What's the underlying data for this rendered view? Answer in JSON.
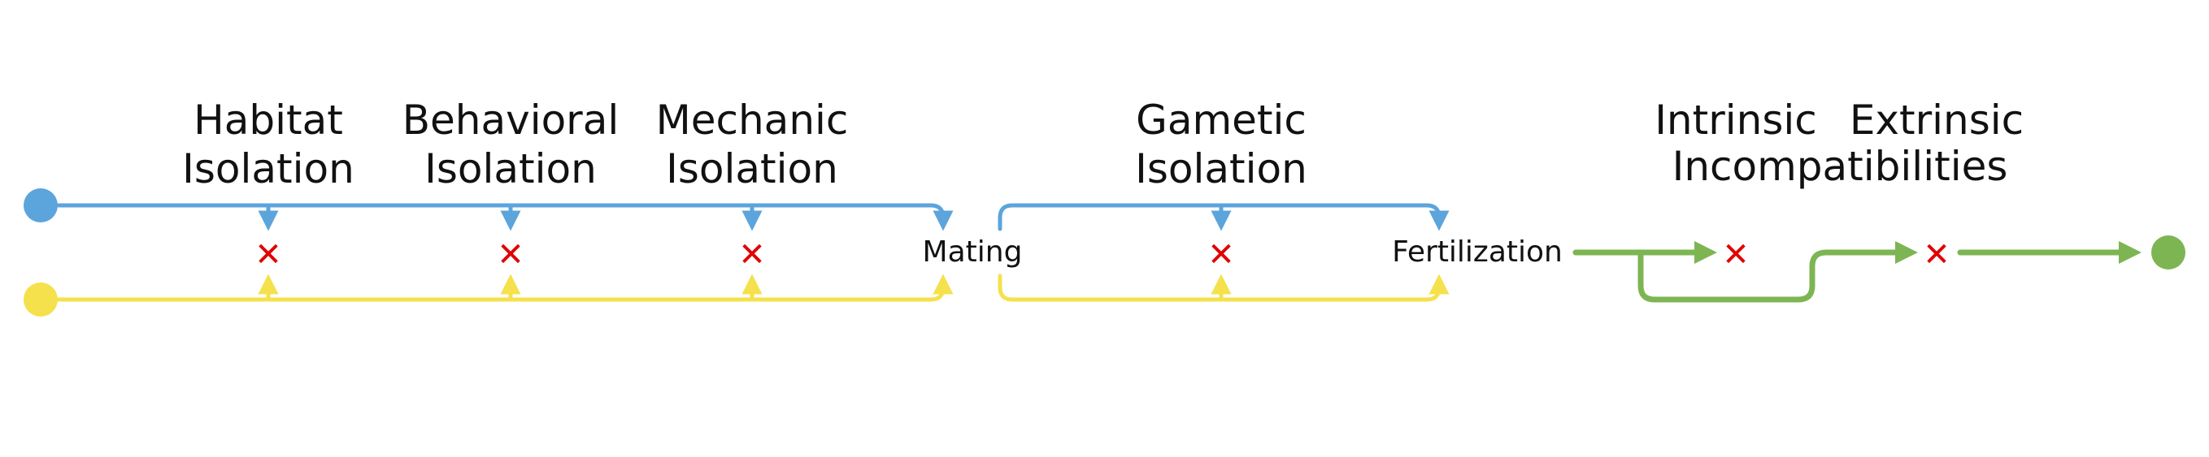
{
  "barriers": {
    "habitat": {
      "line1": "Habitat",
      "line2": "Isolation"
    },
    "behavioral": {
      "line1": "Behavioral",
      "line2": "Isolation"
    },
    "mechanic": {
      "line1": "Mechanic",
      "line2": "Isolation"
    },
    "gametic": {
      "line1": "Gametic",
      "line2": "Isolation"
    },
    "intrinsic": {
      "line1": "Intrinsic"
    },
    "extrinsic": {
      "line1": "Extrinsic"
    },
    "incompatibilities": {
      "line1": "Incompatibilities"
    }
  },
  "stages": {
    "mating": "Mating",
    "fertilization": "Fertilization"
  },
  "block_symbol": "✕",
  "colors": {
    "species_a": "#5ca4dc",
    "species_b": "#f4e14c",
    "hybrid": "#7db553",
    "block": "#e00000"
  }
}
